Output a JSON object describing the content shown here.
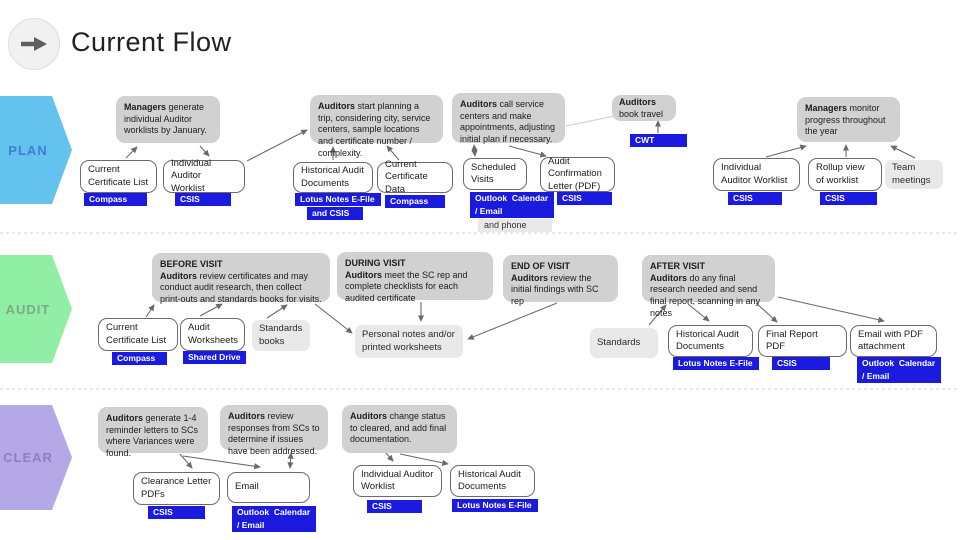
{
  "title": "Current Flow",
  "colors": {
    "chip_blue": "#1b1be0",
    "plan_fill": "#64c2ef",
    "plan_text": "#3d7fd0",
    "audit_fill": "#90efa5",
    "audit_text": "#7cab85",
    "clear_fill": "#b5a8e6",
    "clear_text": "#8d7ec9",
    "activity_gray": "#d1d1d1",
    "note_gray": "#e9e9e9"
  },
  "lanes": [
    {
      "label": "PLAN",
      "fill": "#64c2ef",
      "text_color": "#3d7fd0"
    },
    {
      "label": "AUDIT",
      "fill": "#90efa5",
      "text_color": "#7cab85"
    },
    {
      "label": "CLEAR",
      "fill": "#b5a8e6",
      "text_color": "#8d7ec9"
    }
  ],
  "activities": {
    "managers_generate": {
      "bold": "Managers",
      "text": " generate individual Auditor worklists by January."
    },
    "plan_trip": {
      "bold": "Auditors",
      "text": " start planning a trip, considering city, service centers, sample locations and certificate number / complexity."
    },
    "call_service_centers": {
      "bold": "Auditors",
      "text": " call service centers and make appointments, adjusting initial plan if necessary."
    },
    "book_travel": {
      "bold": "Auditors",
      "text": " book travel"
    },
    "monitor_progress": {
      "bold": "Managers",
      "text": " monitor progress throughout the year"
    },
    "before_visit": {
      "header": "BEFORE VISIT",
      "bold": "Auditors",
      "text": " review certificates and may conduct audit research, then collect print-outs and standards books for visits."
    },
    "during_visit": {
      "header": "DURING VISIT",
      "bold": "Auditors",
      "text": " meet the SC rep and complete checklists for each audited certificate"
    },
    "end_of_visit": {
      "header": "END OF VISIT",
      "bold": "Auditors",
      "text": " review the initial findings with SC rep"
    },
    "after_visit": {
      "header": "AFTER VISIT",
      "bold": "Auditors",
      "text": " do any final research needed and send final report, scanning in any notes"
    },
    "reminder_letters": {
      "bold": "Auditors",
      "text": " generate 1-4 reminder letters to SCs where Variances were found."
    },
    "review_responses": {
      "bold": "Auditors",
      "text": " review responses from SCs to determine if issues have been addressed."
    },
    "change_status": {
      "bold": "Auditors",
      "text": " change status to cleared, and add final documentation."
    }
  },
  "artifacts": {
    "plan_current_cert_list": "Current Certificate List",
    "plan_individual_worklist": "Individual Auditor Worklist",
    "historical_audit_docs_plan": "Historical Audit Documents",
    "current_cert_data": "Current Certificate Data",
    "scheduled_visits": "Scheduled Visits",
    "audit_confirmation_letter": "Audit Confirmation Letter (PDF)",
    "individual_worklist_right": "Individual Auditor Worklist",
    "rollup_view": "Rollup view of worklist",
    "audit_current_cert_list": "Current Certificate List",
    "audit_worksheets": "Audit Worksheets",
    "historical_audit_docs_after": "Historical Audit Documents",
    "final_report_pdf": "Final Report PDF",
    "email_with_pdf": "Email with PDF attachment",
    "clearance_letter_pdfs": "Clearance Letter PDFs",
    "email": "Email",
    "clear_individual_worklist": "Individual Auditor Worklist",
    "clear_historical_docs": "Historical Audit Documents"
  },
  "systems": {
    "compass": "Compass",
    "csis": "CSIS",
    "lotus": "Lotus Notes E-File",
    "and_csis": "and CSIS",
    "outlook": "Outlook  Calendar\n/ Email",
    "cwt": "CWT",
    "shared_drive": "Shared Drive"
  },
  "notes": {
    "team_meetings": "Team meetings",
    "standards_books": "Standards books",
    "personal_notes": "Personal notes and/or printed worksheets",
    "standards": "Standards",
    "and_phone": "and phone"
  }
}
